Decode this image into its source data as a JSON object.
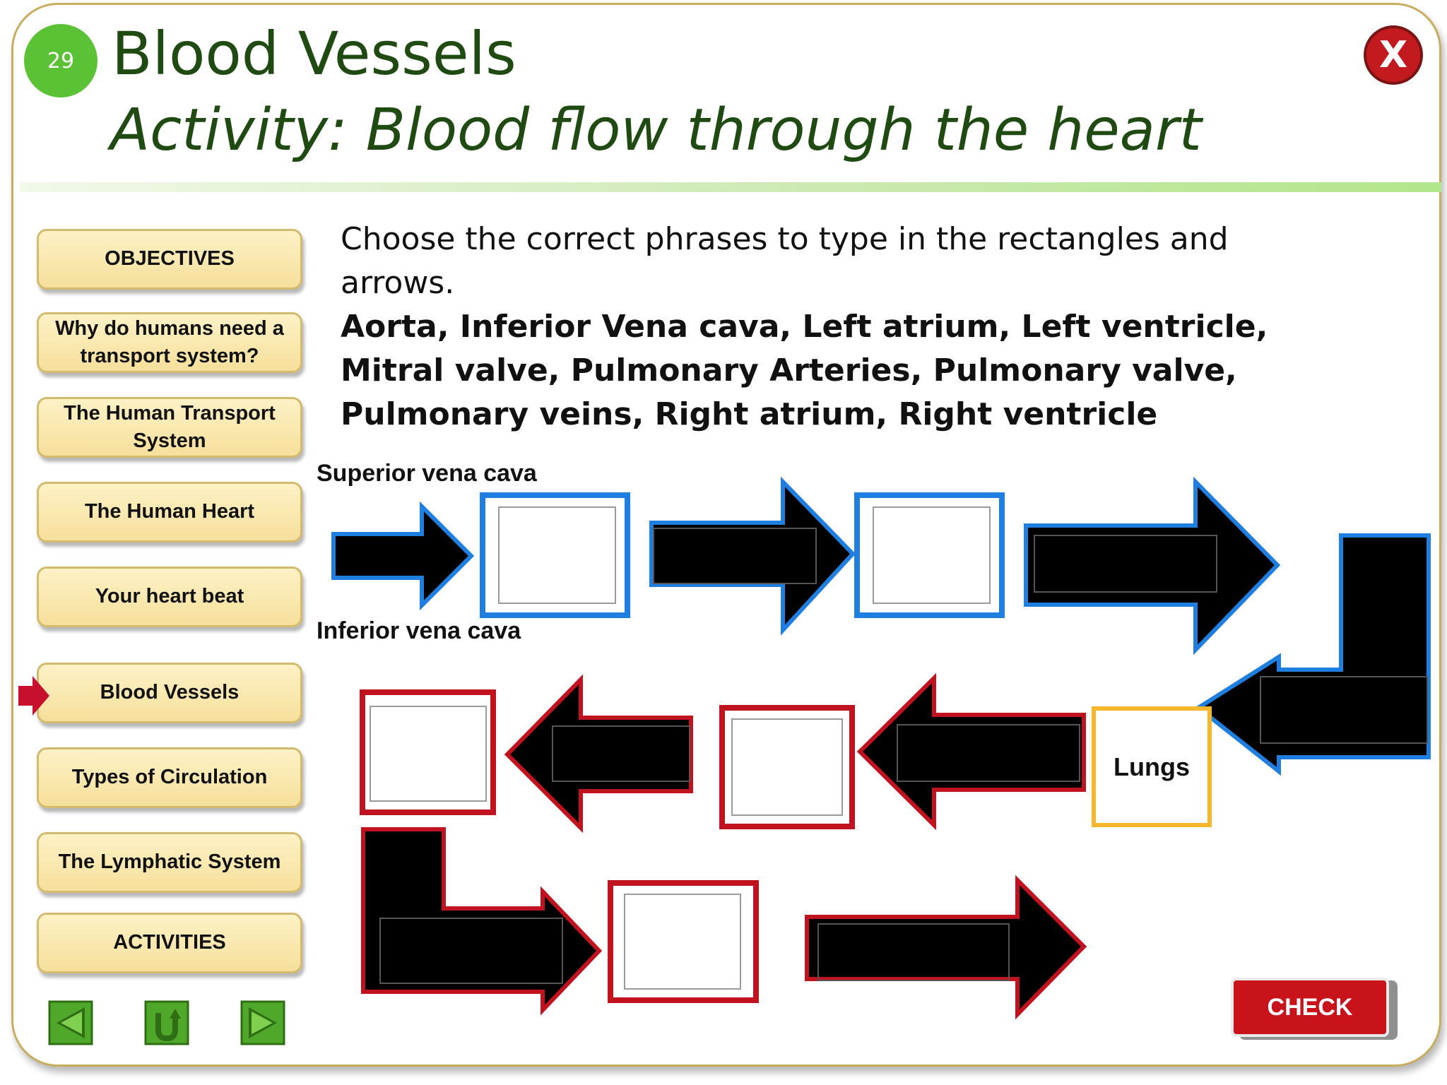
{
  "slide": {
    "number": "29",
    "title": "Blood Vessels",
    "subtitle": "Activity: Blood flow  through the heart",
    "close_label": "X"
  },
  "nav": {
    "items": [
      {
        "label": "OBJECTIVES"
      },
      {
        "label": "Why do humans need a transport system?"
      },
      {
        "label": "The Human Transport System"
      },
      {
        "label": "The Human Heart"
      },
      {
        "label": "Your heart beat"
      },
      {
        "label": "Blood Vessels",
        "active": true
      },
      {
        "label": "Types  of Circulation"
      },
      {
        "label": "The Lymphatic System"
      },
      {
        "label": "ACTIVITIES"
      }
    ],
    "controls": [
      "back-icon",
      "return-icon",
      "forward-icon"
    ]
  },
  "instructions": {
    "text": "Choose the correct  phrases  to type  in the rectangles and  arrows.",
    "phrases": "Aorta,  Inferior Vena cava, Left atrium, Left ventricle, Mitral valve, Pulmonary Arteries, Pulmonary valve, Pulmonary veins,  Right atrium, Right ventricle"
  },
  "diagram": {
    "labels": {
      "superior": "Superior vena cava",
      "inferior": "Inferior vena cava",
      "lungs": "Lungs"
    },
    "colors": {
      "right_side": "#1f7fe0",
      "left_side": "#c1121f",
      "lungs": "#f6b72a",
      "arrow_fill": "#000000"
    }
  },
  "check_label": "CHECK"
}
